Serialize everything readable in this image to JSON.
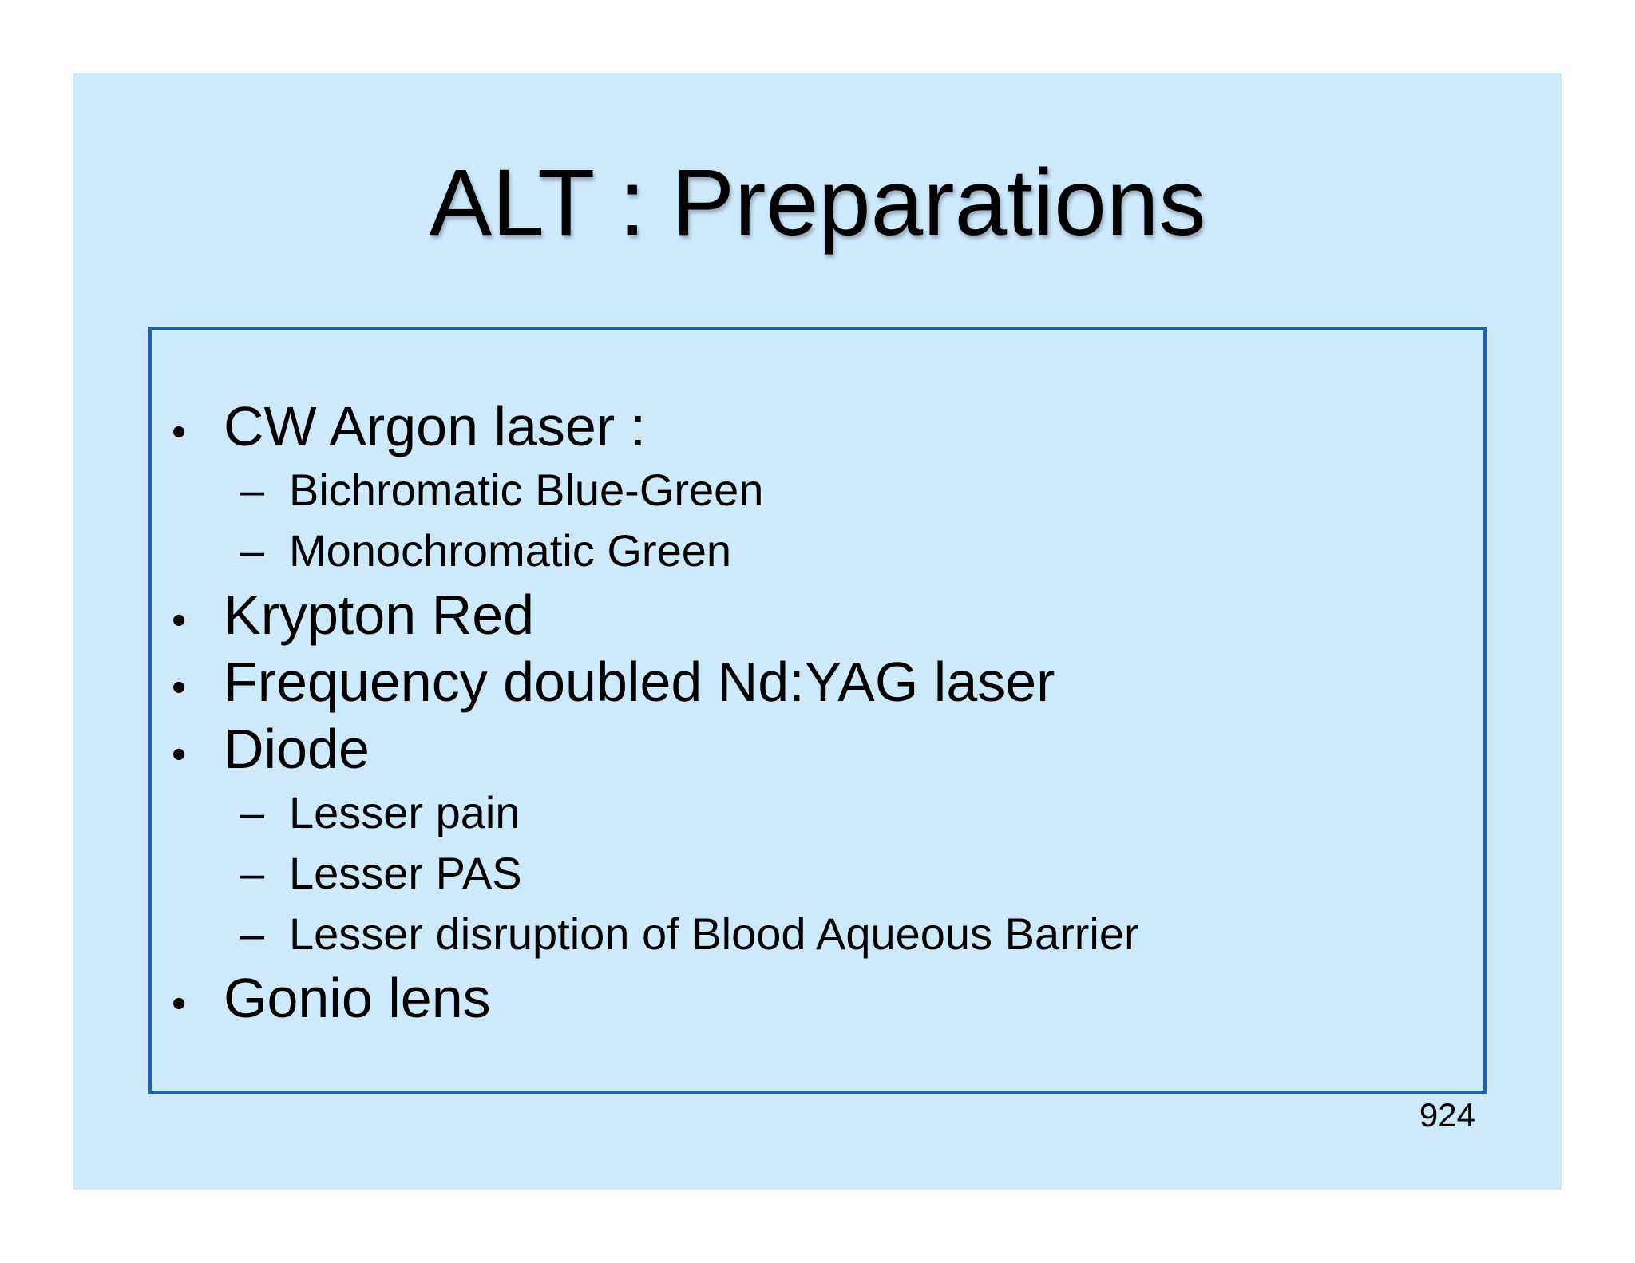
{
  "slide": {
    "title": "ALT : Preparations",
    "page_number": "924",
    "colors": {
      "page_bg": "#ffffff",
      "slide_bg": "#cde9fc",
      "box_border": "#1e63ac",
      "text": "#000000"
    },
    "bullets": [
      {
        "level": 1,
        "marker": "•",
        "text": "CW Argon laser :"
      },
      {
        "level": 2,
        "marker": "–",
        "text": "Bichromatic Blue-Green"
      },
      {
        "level": 2,
        "marker": "–",
        "text": "Monochromatic Green"
      },
      {
        "level": 1,
        "marker": "•",
        "text": "Krypton Red"
      },
      {
        "level": 1,
        "marker": "•",
        "text": "Frequency doubled Nd:YAG laser"
      },
      {
        "level": 1,
        "marker": "•",
        "text": "Diode"
      },
      {
        "level": 2,
        "marker": "–",
        "text": "Lesser pain"
      },
      {
        "level": 2,
        "marker": "–",
        "text": "Lesser PAS"
      },
      {
        "level": 2,
        "marker": "–",
        "text": "Lesser disruption of Blood Aqueous Barrier"
      },
      {
        "level": 1,
        "marker": "•",
        "text": "Gonio lens"
      }
    ]
  }
}
